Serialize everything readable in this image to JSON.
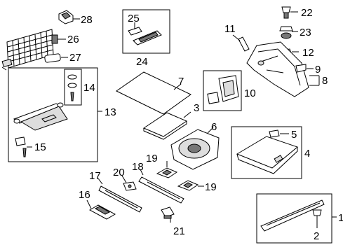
{
  "callouts": {
    "c1": "1",
    "c2": "2",
    "c3": "3",
    "c4": "4",
    "c5": "5",
    "c6": "6",
    "c7": "7",
    "c8": "8",
    "c9": "9",
    "c10": "10",
    "c11": "11",
    "c12": "12",
    "c13": "13",
    "c14": "14",
    "c15": "15",
    "c16": "16",
    "c17": "17",
    "c18": "18",
    "c19a": "19",
    "c19b": "19",
    "c20": "20",
    "c21": "21",
    "c22": "22",
    "c23": "23",
    "c24": "24",
    "c25": "25",
    "c26": "26",
    "c27": "27",
    "c28": "28"
  },
  "colors": {
    "line": "#000000",
    "part_dark": "#777777",
    "part_light": "#dddddd"
  }
}
